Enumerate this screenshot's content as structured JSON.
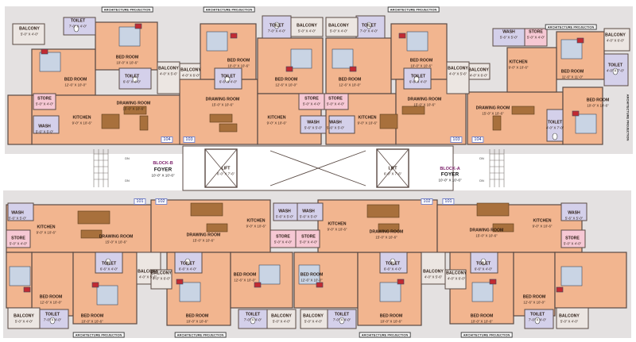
{
  "blocks": {
    "block_b": {
      "name": "BLOCK-B",
      "foyer": "FOYER",
      "foyer_dim": "10'-0\" X 10'-6\""
    },
    "block_a": {
      "name": "BLOCK-A",
      "foyer": "FOYER",
      "foyer_dim": "10'-0\" X 10'-6\""
    }
  },
  "lifts": [
    {
      "name": "LIFT",
      "dim": "6'-0\" X 7'-6\""
    },
    {
      "name": "LIFT",
      "dim": "6'-0\" X 7'-6\""
    }
  ],
  "stair_label": "DN",
  "projection_label": "ARCHITECTURE PROJECTION",
  "apartment_numbers": [
    "104",
    "103",
    "103",
    "104",
    "101",
    "102",
    "102",
    "101"
  ],
  "rooms": {
    "balcony_a": {
      "name": "BALCONY",
      "dim": "5'-0\" X 4'-0\""
    },
    "balcony_b": {
      "name": "BALCONY",
      "dim": "4'-0\" X 5'-6\""
    },
    "balcony_c": {
      "name": "BALCONY",
      "dim": "4'-0\" X 6'-0\""
    },
    "toilet_a": {
      "name": "TOILET",
      "dim": "7'-0\" X 4'-0\""
    },
    "toilet_b": {
      "name": "TOILET",
      "dim": "6'-6\" X 4'-0\""
    },
    "toilet_c": {
      "name": "TOILET",
      "dim": "4'-0\" X 7'-0\""
    },
    "bed_a": {
      "name": "BED ROOM",
      "dim": "12'-6\" X 10'-0\""
    },
    "bed_b": {
      "name": "BED ROOM",
      "dim": "10'-0\" X 10'-6\""
    },
    "bed_c": {
      "name": "BED ROOM",
      "dim": "11'-6\" X 11'-0\""
    },
    "drawing": {
      "name": "DRAWING ROOM",
      "dim": "15'-0\" X 10'-6\""
    },
    "kitchen": {
      "name": "KITCHEN",
      "dim": "9'-0\" X 10'-6\""
    },
    "store": {
      "name": "STORE",
      "dim": "5'-0\" X 4'-0\""
    },
    "wash": {
      "name": "WASH",
      "dim": "5'-6\" X 5'-0\""
    }
  },
  "colors": {
    "room_fill": "#f2b58f",
    "wet_fill": "#d4d0ea",
    "store_fill": "#f6c8d4",
    "wall": "#5a4a44",
    "outer_bg": "#e4e1e1",
    "furniture": "#a8703c",
    "bed_cover": "#c9d4e4",
    "pillow": "#c22a32",
    "apartment_tag": "#1a2a8a",
    "block_label": "#7b1f6a"
  }
}
